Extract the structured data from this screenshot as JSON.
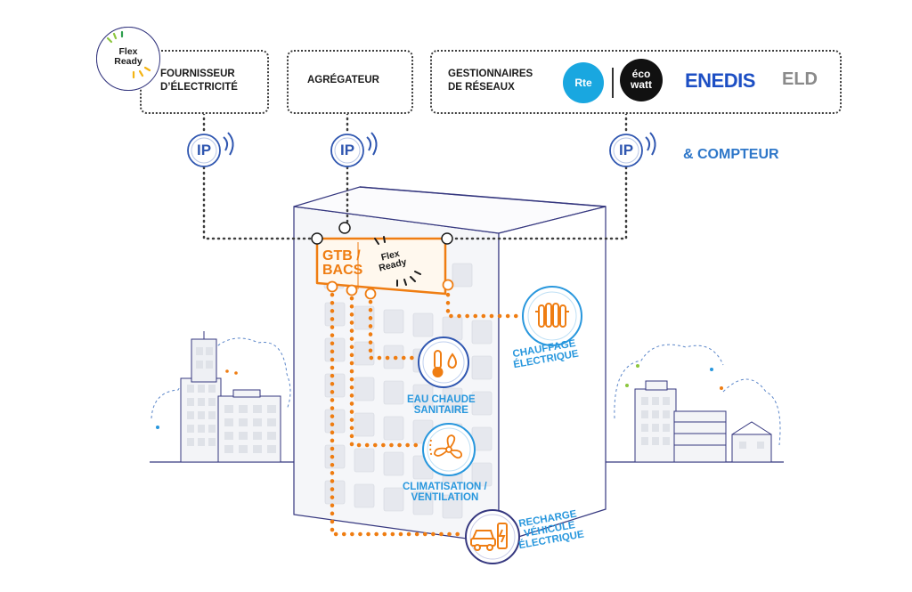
{
  "flex_ready_logo": {
    "line1": "Flex",
    "line2": "Ready"
  },
  "boxes": {
    "fournisseur": {
      "line1": "FOURNISSEUR",
      "line2": "D’ÉLECTRICITÉ"
    },
    "agregateur": {
      "line1": "AGRÉGATEUR"
    },
    "gestionnaires": {
      "line1": "GESTIONNAIRES",
      "line2": "DE RÉSEAUX"
    }
  },
  "network_logos": {
    "rte": "Rte",
    "ecowatt_line1": "éco",
    "ecowatt_line2": "watt",
    "enedis": "ENEDIS",
    "eld": "ELD"
  },
  "ip_label": "IP",
  "compteur": "& COMPTEUR",
  "gtb": {
    "line1": "GTB",
    "line2": "BACS",
    "flex_line1": "Flex",
    "flex_line2": "Ready"
  },
  "equipment": {
    "chauffage": {
      "line1": "CHAUFFAGE",
      "line2": "ÉLECTRIQUE"
    },
    "eau": {
      "line1": "EAU CHAUDE",
      "line2": "SANITAIRE"
    },
    "clim": {
      "line1": "CLIMATISATION /",
      "line2": "VENTILATION"
    },
    "recharge": {
      "line1": "RECHARGE",
      "line2": "VÉHICULE",
      "line3": "ÉLECTRIQUE"
    }
  },
  "colors": {
    "orange": "#ef7d12",
    "blue": "#2897dd",
    "dark_blue": "#2f56b0",
    "navy_outline": "#35377f"
  },
  "icons": [
    "radiator-icon",
    "thermometer-drop-icon",
    "fan-icon",
    "ev-charger-icon",
    "wifi-signal-icon"
  ]
}
